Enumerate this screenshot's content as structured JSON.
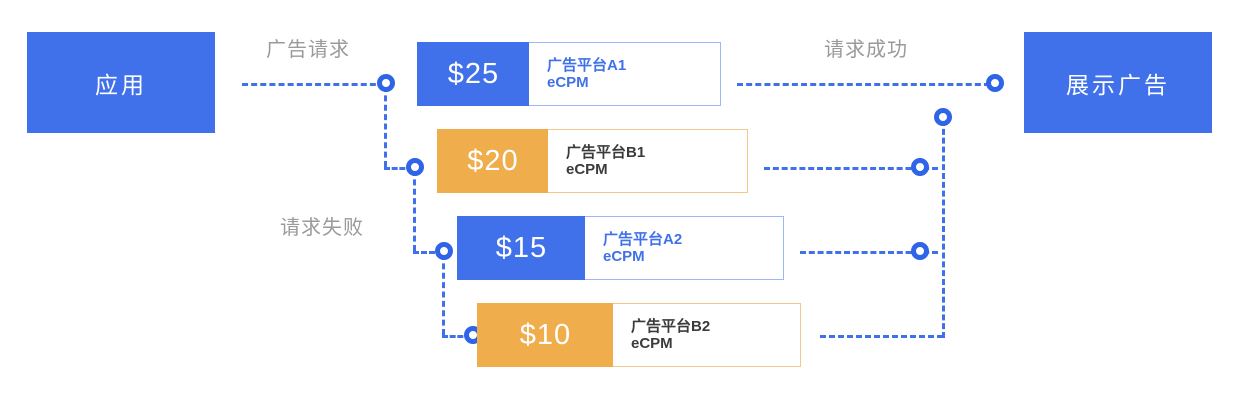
{
  "diagram": {
    "title_left": "应用",
    "title_right": "展示广告",
    "labels": {
      "request": "广告请求",
      "success": "请求成功",
      "fail": "请求失败"
    },
    "colors": {
      "blue": "#4071EA",
      "blue_border": "#9DB8F4",
      "orange": "#EFAD4C",
      "orange_border": "#F3C98A",
      "node_ring": "#2F64E8",
      "label_gray": "#9a9a9a",
      "text_dark": "#3b3b3b",
      "white": "#FFFFFF"
    },
    "rows": [
      {
        "price": "$25",
        "platform": "广告平台A1",
        "metric": "eCPM",
        "color": "blue"
      },
      {
        "price": "$20",
        "platform": "广告平台B1",
        "metric": "eCPM",
        "color": "orange"
      },
      {
        "price": "$15",
        "platform": "广告平台A2",
        "metric": "eCPM",
        "color": "blue"
      },
      {
        "price": "$10",
        "platform": "广告平台B2",
        "metric": "eCPM",
        "color": "orange"
      }
    ]
  }
}
